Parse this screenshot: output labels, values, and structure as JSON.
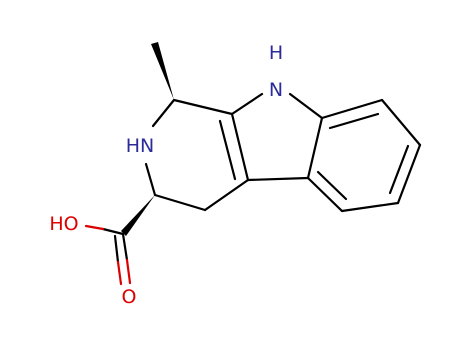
{
  "molecule": {
    "atoms": {
      "indole_nh": {
        "text": "H",
        "subtext": "N",
        "color": "#2b2b99"
      },
      "ring_nh": {
        "text": "HN",
        "color": "#2b2b99"
      },
      "hydroxyl": {
        "text": "HO",
        "color": "#dd0000"
      },
      "carbonyl_o": {
        "text": "O",
        "color": "#dd0000"
      }
    }
  }
}
